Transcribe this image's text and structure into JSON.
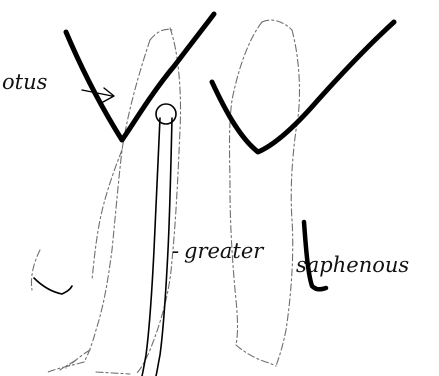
{
  "labels": {
    "left_label": "otus",
    "vein_label_prefix": "-",
    "vein_label_word1": "greater",
    "vein_label_word2": "saphenous"
  },
  "colors": {
    "ink": "#000000",
    "outline": "#6f6f6f",
    "background": "#ffffff"
  }
}
